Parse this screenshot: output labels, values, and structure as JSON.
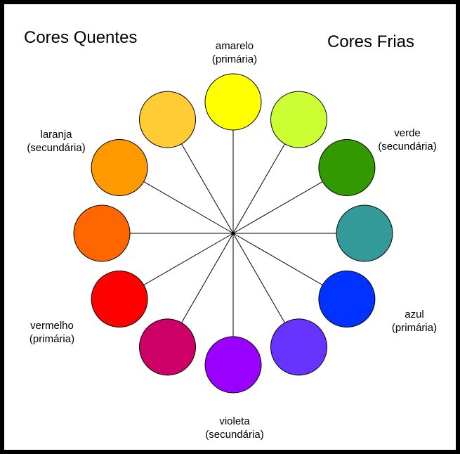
{
  "headings": {
    "warm": "Cores Quentes",
    "cool": "Cores Frias"
  },
  "wheel": {
    "center_color": "#000000",
    "outline_color": "#000000",
    "circles": [
      {
        "id": "amarelo",
        "color": "#FFFF00"
      },
      {
        "id": "amarelo-verde",
        "color": "#CCFF33"
      },
      {
        "id": "verde",
        "color": "#339900"
      },
      {
        "id": "azul-verde",
        "color": "#339999"
      },
      {
        "id": "azul",
        "color": "#0033FF"
      },
      {
        "id": "azul-violeta",
        "color": "#6633FF"
      },
      {
        "id": "violeta",
        "color": "#9900FF"
      },
      {
        "id": "vermelho-violeta",
        "color": "#CC0066"
      },
      {
        "id": "vermelho",
        "color": "#FF0000"
      },
      {
        "id": "vermelho-laranja",
        "color": "#FF6600"
      },
      {
        "id": "laranja",
        "color": "#FF9900"
      },
      {
        "id": "amarelo-laranja",
        "color": "#FFCC33"
      }
    ]
  },
  "labels": {
    "amarelo": {
      "name": "amarelo",
      "type": "(primária)"
    },
    "verde": {
      "name": "verde",
      "type": "(secundária)"
    },
    "azul": {
      "name": "azul",
      "type": "(primária)"
    },
    "violeta": {
      "name": "violeta",
      "type": "(secundária)"
    },
    "vermelho": {
      "name": "vermelho",
      "type": "(primária)"
    },
    "laranja": {
      "name": "laranja",
      "type": "(secundária)"
    }
  }
}
